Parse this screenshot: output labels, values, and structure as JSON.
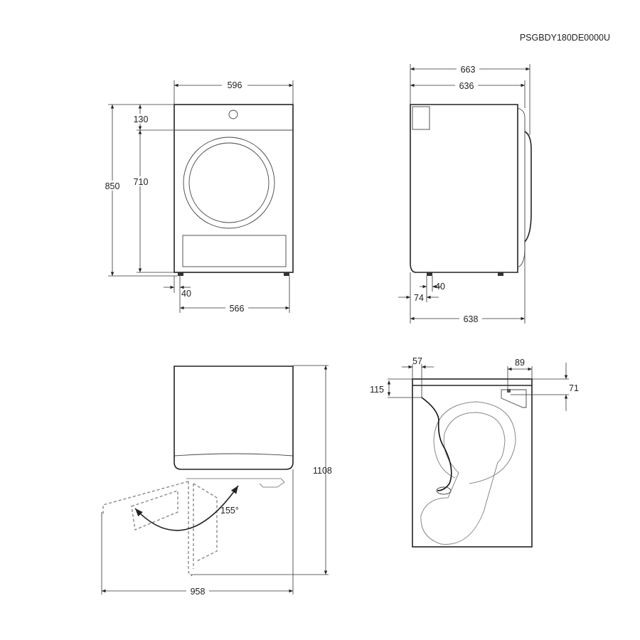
{
  "model_code": "PSGBDY180DE0000U",
  "front_view": {
    "width": "596",
    "height_total": "850",
    "top_panel": "130",
    "door_height": "710",
    "foot_offset": "40",
    "foot_span": "566"
  },
  "side_view": {
    "depth_door": "663",
    "depth_body": "636",
    "depth_feet": "638",
    "front_offset": "74",
    "foot_offset": "40"
  },
  "top_view": {
    "door_angle": "155°",
    "depth_door_open": "1108",
    "width_door_open": "958"
  },
  "rear_view": {
    "hose_offset_x": "57",
    "hose_offset_y": "115",
    "outlet_offset_x": "89",
    "outlet_offset_y": "71"
  }
}
